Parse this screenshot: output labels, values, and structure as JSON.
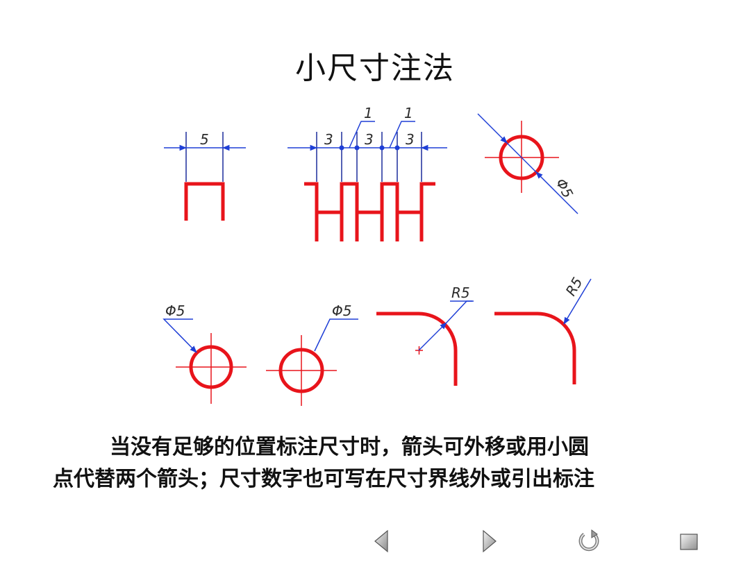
{
  "slide": {
    "title": "小尺寸注法",
    "description_line1": "当没有足够的位置标注尺寸时，箭头可外移或用小圆",
    "description_line2": "点代替两个箭头；尺寸数字也可写在尺寸界线外或引出标注"
  },
  "diagram": {
    "labels": {
      "dim_5": "5",
      "dim_3a": "3",
      "dim_3b": "3",
      "dim_3c": "3",
      "dim_1a": "1",
      "dim_1b": "1",
      "diam_top": "Φ5",
      "diam_left": "Φ5",
      "diam_mid": "Φ5",
      "radius_inner": "R5",
      "radius_outer": "R5"
    },
    "colors": {
      "part": "#e8141b",
      "dimension": "#1f3fd6",
      "extension": "#1a2a9a"
    }
  },
  "navigation": {
    "icons": [
      "previous-icon",
      "next-icon",
      "return-icon",
      "end-icon"
    ]
  }
}
